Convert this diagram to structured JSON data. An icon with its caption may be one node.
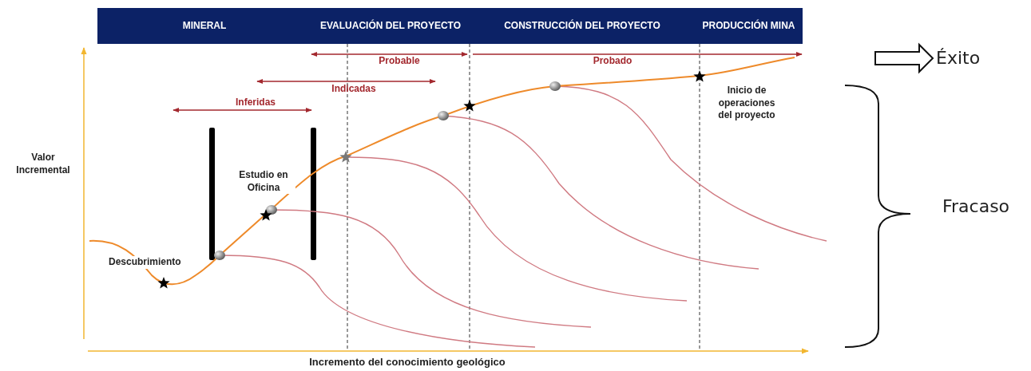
{
  "diagram": {
    "nodes": [
      {
        "text": [
          "MINERAL"
        ]
      },
      {
        "text": [
          "EVALUACIÓN DEL PROYECTO"
        ]
      },
      {
        "text": [
          "CONSTRUCCIÓN DEL PROYECTO"
        ]
      },
      {
        "text": [
          "PRODUCCIÓN MINA"
        ]
      },
      {
        "text": [
          "Éxito"
        ]
      }
    ],
    "edges": [
      {
        "from": null,
        "to": 4,
        "arrow": "to"
      }
    ],
    "labels": [
      "Probable",
      "Probado",
      "Indicadas",
      "Inferidas",
      "Inicio de operaciones del proyecto",
      "Valor Incremental",
      "Estudio en Oficina",
      "Fracaso",
      "Descubrimiento",
      "Incremento del conocimiento geológico"
    ]
  }
}
